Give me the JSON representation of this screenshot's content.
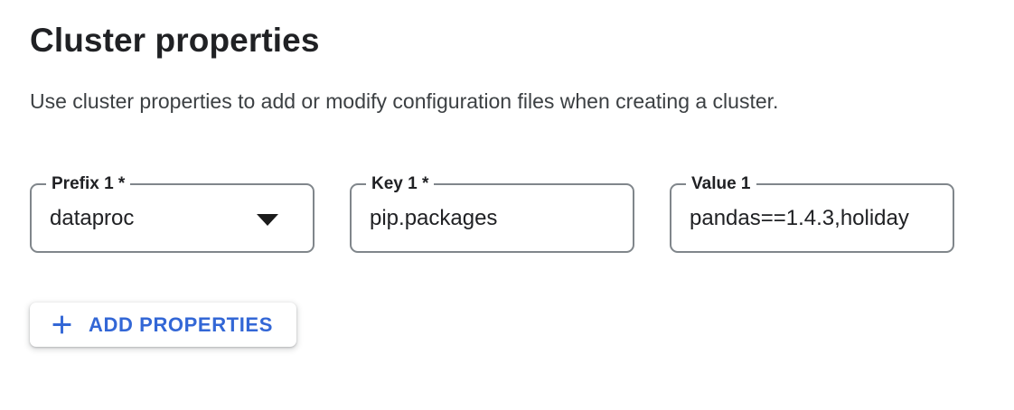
{
  "page": {
    "title": "Cluster properties",
    "description": "Use cluster properties to add or modify configuration files when creating a cluster."
  },
  "form": {
    "fields": [
      {
        "label": "Prefix 1 *",
        "value": "dataproc",
        "type": "select",
        "icon": "dropdown-arrow-icon"
      },
      {
        "label": "Key 1 *",
        "value": "pip.packages",
        "type": "text"
      },
      {
        "label": "Value 1",
        "value": "pandas==1.4.3,holiday",
        "type": "text"
      }
    ],
    "add_button": {
      "label": "ADD PROPERTIES",
      "icon": "plus-icon"
    }
  },
  "colors": {
    "accent_blue": "#3367d6",
    "text_primary": "#202124",
    "text_secondary": "#3c4043",
    "field_border": "#80868b",
    "background": "#ffffff"
  }
}
